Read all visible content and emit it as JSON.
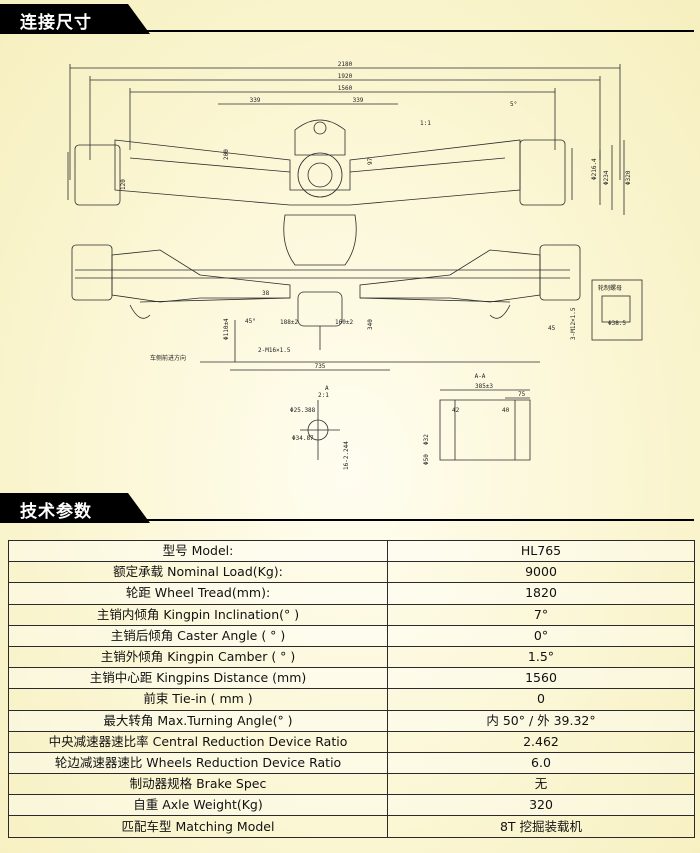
{
  "sections": {
    "dimensions_title": "连接尺寸",
    "specs_title": "技术参数"
  },
  "drawing": {
    "dims_top": [
      "2180",
      "1920",
      "1560",
      "339",
      "339",
      "5°",
      "1:1"
    ],
    "dims_side": [
      "Φ216.4",
      "Φ234",
      "Φ320",
      "200",
      "97",
      "120"
    ],
    "dims_plan": [
      "38",
      "188±2",
      "160±2",
      "340",
      "45°",
      "2-M16×1.5",
      "735",
      "Φ110±4",
      "45",
      "3-M12×1.5",
      "Φ38.5"
    ],
    "note_direction": "车侧前进方向",
    "section_label_aa": "A-A",
    "section_label_a": "A",
    "detail_scale": "2:1",
    "detail_dims": [
      "Φ25.388",
      "Φ34.87",
      "16-2.244"
    ],
    "section_dims": [
      "385±3",
      "75",
      "42",
      "40",
      "Φ32",
      "Φ50"
    ],
    "inset_label": "轮制螺母"
  },
  "specs": [
    {
      "label": "型号 Model:",
      "value": "HL765"
    },
    {
      "label": "额定承载 Nominal Load(Kg):",
      "value": "9000"
    },
    {
      "label": "轮距 Wheel Tread(mm):",
      "value": "1820"
    },
    {
      "label": "主销内倾角 Kingpin Inclination(° )",
      "value": "7°"
    },
    {
      "label": "主销后倾角 Caster Angle ( ° )",
      "value": "0°"
    },
    {
      "label": "主销外倾角 Kingpin Camber ( ° )",
      "value": "1.5°"
    },
    {
      "label": "主销中心距 Kingpins Distance (mm)",
      "value": "1560"
    },
    {
      "label": "前束 Tie-in ( mm )",
      "value": "0"
    },
    {
      "label": "最大转角 Max.Turning Angle(° )",
      "value": "内 50° / 外 39.32°"
    },
    {
      "label": "中央减速器速比率 Central Reduction Device Ratio",
      "value": "2.462"
    },
    {
      "label": "轮边减速器速比 Wheels Reduction Device Ratio",
      "value": "6.0"
    },
    {
      "label": "制动器规格 Brake Spec",
      "value": "无"
    },
    {
      "label": "自重 Axle Weight(Kg)",
      "value": "320"
    },
    {
      "label": "匹配车型 Matching Model",
      "value": "8T 挖掘装载机"
    }
  ],
  "colors": {
    "bar": "#000000",
    "text_on_bar": "#ffffff",
    "paper": "#fbf6d3",
    "line": "#2a2a2a"
  }
}
